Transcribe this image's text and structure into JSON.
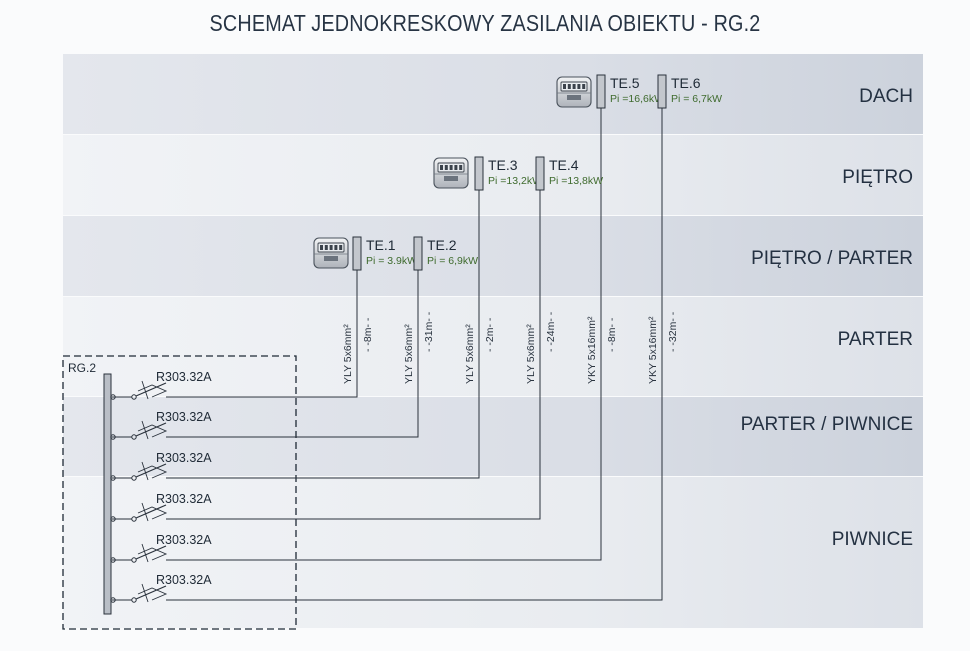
{
  "title": "SCHEMAT JEDNOKRESKOWY ZASILANIA OBIEKTU - RG.2",
  "floors": [
    {
      "label": "DACH"
    },
    {
      "label": "PIĘTRO"
    },
    {
      "label": "PIĘTRO / PARTER"
    },
    {
      "label": "PARTER"
    },
    {
      "label": "PARTER / PIWNICE"
    },
    {
      "label": "PIWNICE"
    }
  ],
  "switchboard": {
    "label": "RG.2"
  },
  "breakers": [
    {
      "label": "R303.32A"
    },
    {
      "label": "R303.32A"
    },
    {
      "label": "R303.32A"
    },
    {
      "label": "R303.32A"
    },
    {
      "label": "R303.32A"
    },
    {
      "label": "R303.32A"
    }
  ],
  "panels": [
    {
      "name": "TE.1",
      "power": "Pi = 3.9kW",
      "cable": "YLY 5x6mm²",
      "length": "- -8m- -"
    },
    {
      "name": "TE.2",
      "power": "Pi = 6,9kW",
      "cable": "YLY 5x6mm²",
      "length": "- -31m- -"
    },
    {
      "name": "TE.3",
      "power": "Pi =13,2kW",
      "cable": "YLY 5x6mm²",
      "length": "- -2m- -"
    },
    {
      "name": "TE.4",
      "power": "Pi =13,8kW",
      "cable": "YLY 5x6mm²",
      "length": "- -24m- -"
    },
    {
      "name": "TE.5",
      "power": "Pi =16,6kW",
      "cable": "YKY 5x16mm²",
      "length": "- -8m- -"
    },
    {
      "name": "TE.6",
      "power": "Pi = 6,7kW",
      "cable": "YKY 5x16mm²",
      "length": "- -32m- -"
    }
  ],
  "colors": {
    "band_a": "#d4d9e3",
    "band_b": "#e6e9ef",
    "line": "#2a323c",
    "power_text": "#3f6b2e"
  }
}
